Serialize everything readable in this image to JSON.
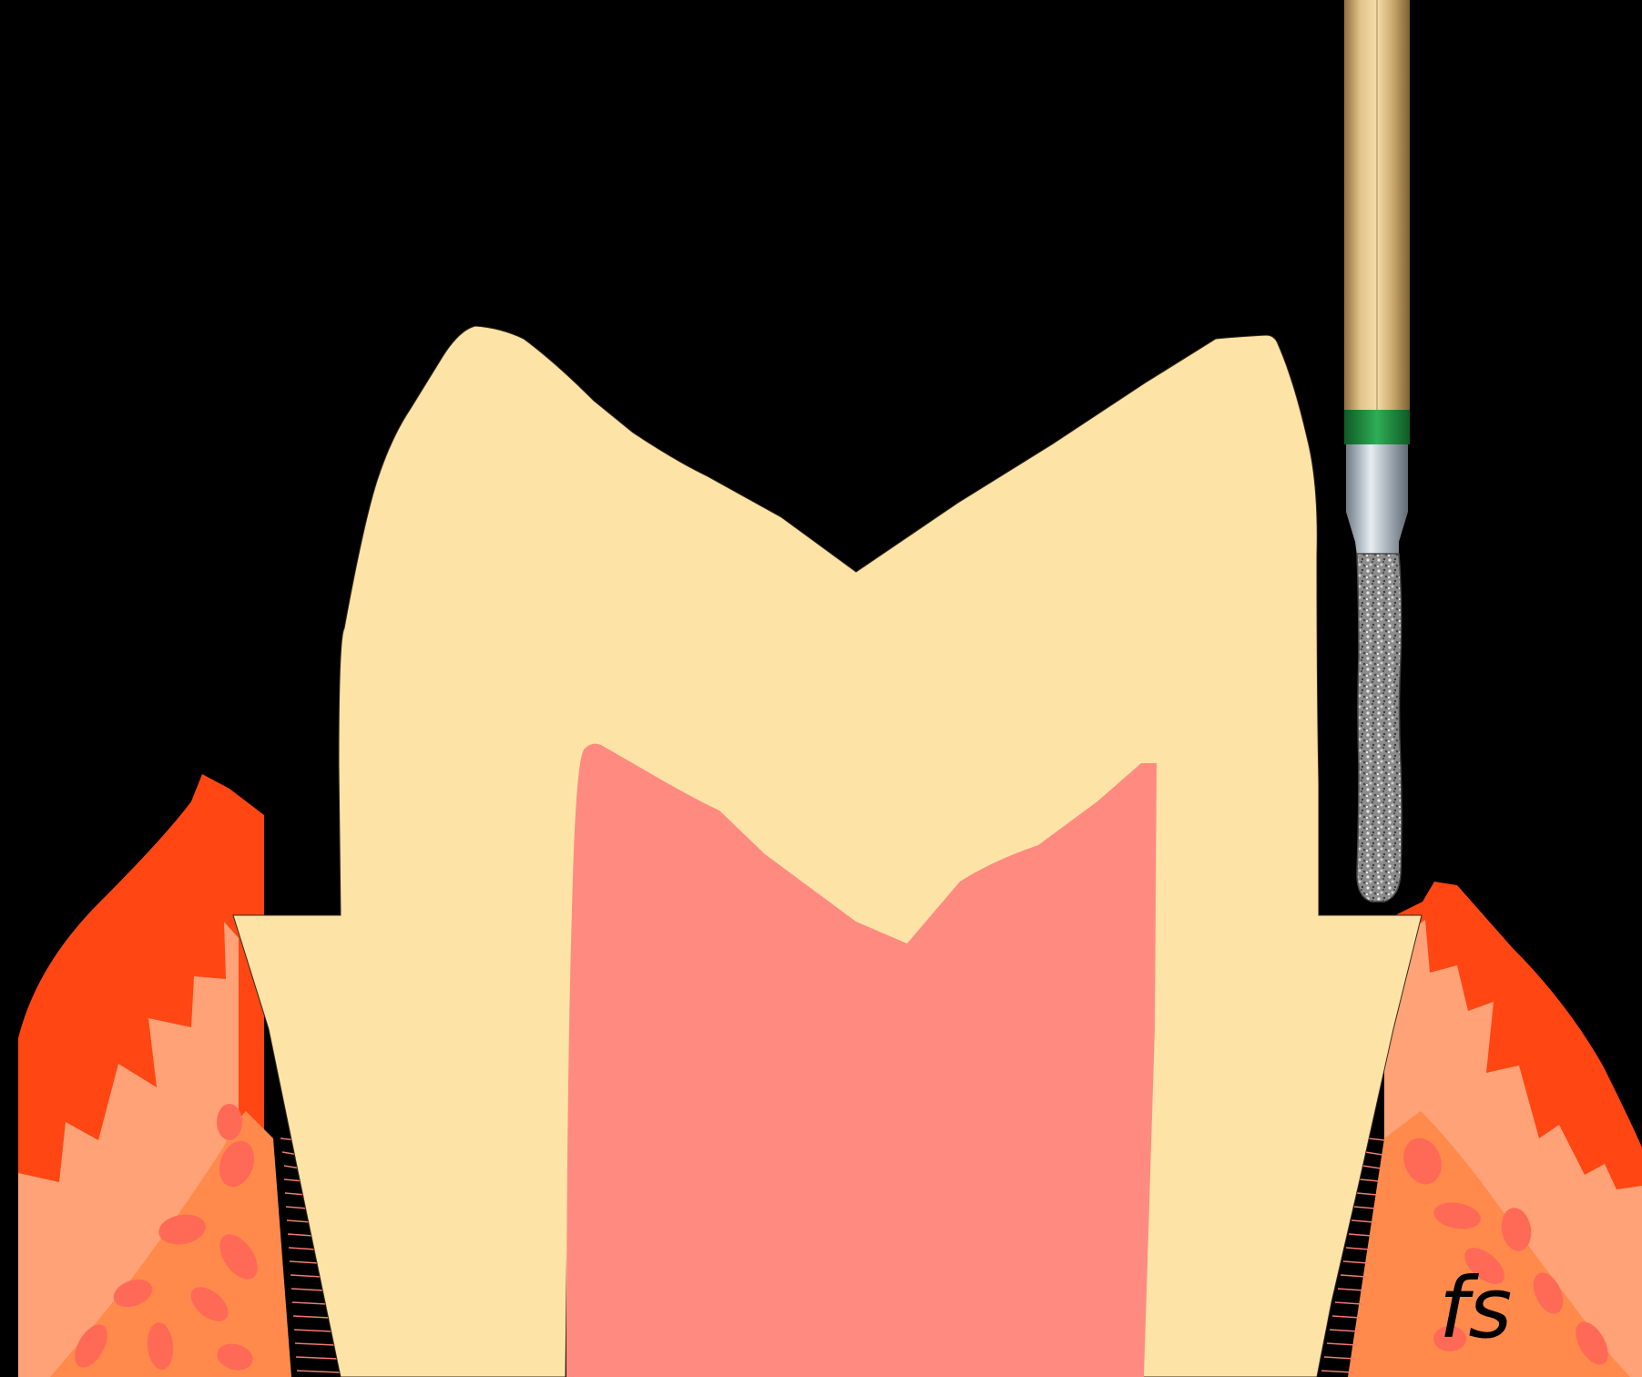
{
  "diagram": {
    "background_color": "#000000",
    "colors": {
      "tooth_dentin": "#FDE4A6",
      "pulp": "#FF8B80",
      "gingiva_outer": "#FF4613",
      "gingiva_inner": "#FFA278",
      "bone": "#FF8A4C",
      "bone_marrow_spots": "#FF6A57",
      "ligament_fibers": "#F07A6E",
      "bur_shank_gold": "#C9A66B",
      "bur_ring": "#1E8A3C",
      "bur_neck_steel": "#B8C2CC",
      "bur_diamond_grit": "#9A9A9A"
    },
    "elements": {
      "tooth": "tooth-dentin",
      "pulp": "pulp-chamber",
      "gingiva_left": "gingiva-left",
      "gingiva_right": "gingiva-right",
      "bone_left": "alveolar-bone-left",
      "bone_right": "alveolar-bone-right",
      "bur": "diamond-bur-icon"
    },
    "signature": "fs"
  }
}
